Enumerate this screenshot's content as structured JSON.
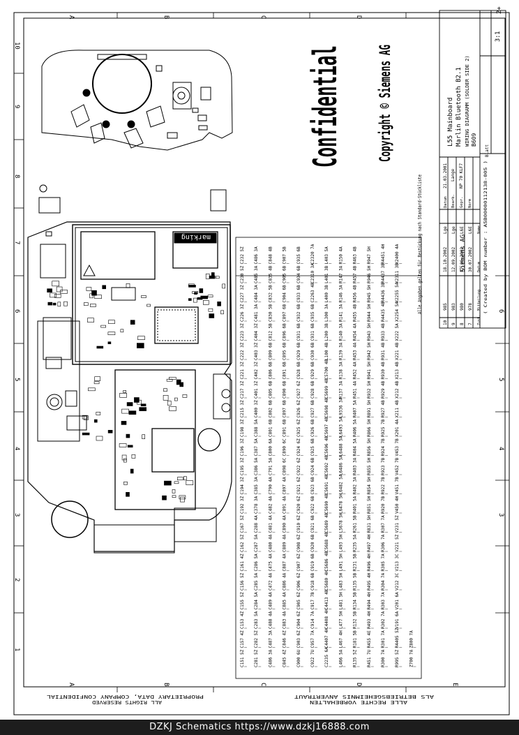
{
  "top_border_letters": [
    "A",
    "B",
    "C",
    "D"
  ],
  "bottom_border_letters": [
    "A",
    "B",
    "C",
    "D",
    "E"
  ],
  "left_border_numbers": [
    "10",
    "9",
    "8",
    "7",
    "6",
    "5",
    "4",
    "3",
    "2",
    "1"
  ],
  "right_border_numbers": [
    "6",
    "5",
    "4",
    "3"
  ],
  "stamp": {
    "confidential": "Confidential",
    "copyright": "Copyright © Siemens AG"
  },
  "side_note": "Alle Angaben gelten für Bestückung nach Standard-Stückliste",
  "title_block": {
    "scale": "3:1",
    "title_line1": "L55 Mainboard",
    "title_line2": "Marlin Bluetooth B2.1",
    "title_line3": "WIRING DIAGRAMM (SOLDER SIDE 2)",
    "company": "Siemens AG",
    "board_code": "B609",
    "sheet_label": "Blatt",
    "sheet_value": "2+",
    "created_by": "( Created by BOM number : A5B00000112138-005 )",
    "date_rows": [
      {
        "label": "Datum",
        "value": "21.03.2001"
      },
      {
        "label": "Bearb.",
        "value": "Lange"
      },
      {
        "label": "Gepr.",
        "value": "NP 70 KLF7"
      },
      {
        "label": "Norm",
        "value": ""
      }
    ],
    "revisions": [
      {
        "zust": "10",
        "number": "985",
        "date": "18.10.2002",
        "name": "Lge"
      },
      {
        "zust": "9",
        "number": "983",
        "date": "12.09.2002",
        "name": "Lge"
      },
      {
        "zust": "8",
        "number": "980",
        "date": "27.06.2002",
        "name": "L6E"
      },
      {
        "zust": "7",
        "number": "978",
        "date": "30.07.2002",
        "name": "L6E"
      }
    ],
    "revision_headers": [
      "Zust.",
      "Mitteilung",
      "Datum",
      "Name"
    ]
  },
  "parts_table": {
    "columns": [
      [
        "C151 5Z",
        "C157 4Z",
        "C153 4Z",
        "C155 5Z",
        "C156 5Z",
        "C161 4Z",
        "C162 5Z",
        "C167 5Z",
        "C192 3Z",
        "C194 3Z",
        "C195 3Z",
        "C196 3Z",
        "C198 3Z",
        "C215 3Z",
        "C217 3Z",
        "C221 3Z",
        "C222 3Z",
        "C223 3Z",
        "C226 3Z",
        "C227 3Z",
        "C230 5Z",
        "C232 5Z"
      ],
      [
        "C281 5Z",
        "C282 5Z",
        "C283 5A",
        "C284 5A",
        "C285 5A",
        "C286 5A",
        "C287 5A",
        "C288 4A",
        "C378 3A",
        "C385 3A",
        "C386 5A",
        "C387 5A",
        "C388 5A",
        "C400 3Z",
        "C401 3Z",
        "C402 3Z",
        "C403 3Z",
        "C404 3Z",
        "C481 3A",
        "C484 3A",
        "C485 3A",
        "C486 3A"
      ],
      [
        "C486 3A",
        "C487 3A",
        "C488 4A",
        "C489 4A",
        "C472 4A",
        "C475 4A",
        "C480 4A",
        "C481 4A",
        "C482 4A",
        "C790 4A",
        "C791 5A",
        "C800 6A",
        "C801 6B",
        "C802 6B",
        "C805 6B",
        "C806 6B",
        "C809 6B",
        "C812 5B",
        "C830 5B",
        "C832 5B",
        "C835 4B",
        "C848 4B"
      ],
      [
        "C845 4Z",
        "C846 4Z",
        "C883 4A",
        "C885 4A",
        "C886 4A",
        "C887 4A",
        "C889 4A",
        "C890 4A",
        "C891 4A",
        "C897 4A",
        "C898 6C",
        "C890 6C",
        "C891 6B",
        "C897 6B",
        "C890 6B",
        "C891 6B",
        "C895 6B",
        "C896 6B",
        "C897 6B",
        "C904 6B",
        "C905 6B",
        "C907 5B"
      ],
      [
        "C900 6U",
        "C903 6Z",
        "C904 6Z",
        "C905 6Z",
        "C906 6Z",
        "C907 6Z",
        "C908 6Z",
        "C910 6Z",
        "C920 6Z",
        "C921 6Z",
        "C922 6Z",
        "C924 6Z",
        "C925 6Z",
        "C926 6Z",
        "C927 6Z",
        "C928 6B",
        "C929 6B",
        "C931 6B",
        "C932 6B",
        "C933 6B",
        "C934 6B",
        "C935 6B"
      ],
      [
        "C922 7U",
        "C957 7A",
        "C914 7A",
        "C917 7B",
        "C918 6B",
        "C919 6B",
        "C920 6B",
        "C921 6B",
        "C922 6B",
        "C923 6B",
        "C924 6B",
        "C925 6B",
        "C926 6B",
        "C927 6B",
        "C928 6B",
        "C929 6B",
        "C930 6B",
        "C931 6B",
        "C935 6B",
        "C2263 4B",
        "C2310 3A",
        "C2320 7A"
      ],
      [
        "C2235 6A",
        "C4407 4H",
        "C4408 4H",
        "C4413 4B",
        "C5680 4H",
        "C5686 4B",
        "C5688 4B",
        "C5689 4B",
        "C5690 4B",
        "C5691 4B",
        "C5692 4B",
        "C5696 4B",
        "C5697 4B",
        "C5698 4B",
        "C5699 4B",
        "C5700 4B",
        "L100 4B",
        "L200 3B",
        "L300 3A",
        "L400 3B",
        "L401 3B",
        "L403 5A"
      ],
      [
        "L466 5A",
        "L467 4H",
        "L477 5H",
        "L481 5H",
        "L483 5H",
        "L491 5H",
        "L493 5H",
        "L5678 5H",
        "L6478 5H",
        "L6482 5A",
        "L6486 5A",
        "L6488 5A",
        "L6493 5A",
        "L9336 3A",
        "R137 3A",
        "R138 3A",
        "R139 3A",
        "R140 3A",
        "R141 3A",
        "R146 3A",
        "R147 3A",
        "R150 4A"
      ],
      [
        "R135 5Z",
        "R181 5B",
        "R132 5B",
        "R134 5B",
        "R135 5B",
        "R231 5B",
        "R235 5A",
        "R261 5B",
        "R401 5A",
        "R402 3A",
        "R403 3A",
        "R404 5A",
        "R406 5A",
        "R407 5A",
        "R451 4A",
        "R452 4A",
        "R453 4A",
        "R454 4A",
        "R455 4B",
        "R456 4B",
        "R457 4B",
        "R463 4B"
      ],
      [
        "R451 7U",
        "R455 4E",
        "R493 4H",
        "R494 4H",
        "R495 4H",
        "R496 4H",
        "R497 4H",
        "R831 5H",
        "R851 5H",
        "R854 5H",
        "R855 5H",
        "R856 5H",
        "R866 5H",
        "R891 5H",
        "R932 5H",
        "R941 5H",
        "R942 5H",
        "R943 5H",
        "R944 5H",
        "R945 5H",
        "R946 5H",
        "R947 5H"
      ],
      [
        "R300 7A",
        "R301 7A",
        "R302 7A",
        "R303 7A",
        "R304 7A",
        "R305 7A",
        "R306 7A",
        "R307 7A",
        "R920 7B",
        "R922 7B",
        "R923 7B",
        "R924 7B",
        "R925 7B",
        "R927 4B",
        "R929 4B",
        "R930 4B",
        "R931 4B",
        "R933 4B",
        "R4435 4B",
        "R4436 3B",
        "R4437 3B",
        "R4451 4H"
      ],
      [
        "R995 5Z",
        "R4405 5Z",
        "V191 6A",
        "V201 6A",
        "V212 3C",
        "V213 3C",
        "V221 5Z",
        "V231 5Z",
        "V450 4H",
        "V451 7B",
        "V452 7B",
        "V453 7B",
        "X201 4A",
        "X211 4B",
        "X212 4B",
        "X213 4B",
        "X221 4B",
        "X222 5A",
        "X2254 5A",
        "X2255 5A",
        "X2311 3B",
        "X2400 4A"
      ],
      [
        "Z700 7A",
        "Z800 7A",
        "",
        "",
        "",
        "",
        "",
        "",
        "",
        "",
        "",
        "",
        "",
        "",
        "",
        "",
        "",
        "",
        "",
        "",
        "",
        ""
      ]
    ]
  },
  "pcb_label": "marking",
  "footer": "DZKJ Schematics https://www.dzkj16888.com",
  "colors": {
    "ink": "#000000",
    "paper": "#ffffff",
    "footer_bg": "#1d1d1d",
    "footer_text": "#ffffff"
  }
}
